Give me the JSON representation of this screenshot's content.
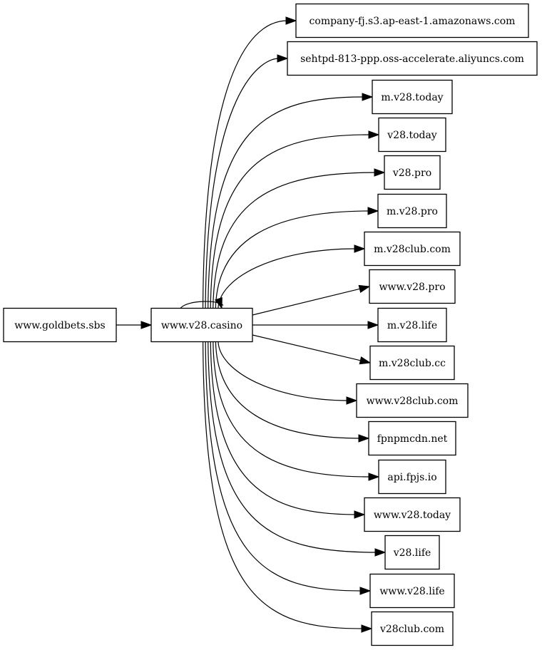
{
  "diagram": {
    "colors": {
      "stroke": "#000000",
      "fill": "#ffffff",
      "text": "#000000"
    },
    "nodes": [
      {
        "id": "goldbets",
        "label": "www.goldbets.sbs"
      },
      {
        "id": "v28casino",
        "label": "www.v28.casino"
      },
      {
        "id": "t0",
        "label": "company-fj.s3.ap-east-1.amazonaws.com"
      },
      {
        "id": "t1",
        "label": "sehtpd-813-ppp.oss-accelerate.aliyuncs.com"
      },
      {
        "id": "t2",
        "label": "m.v28.today"
      },
      {
        "id": "t3",
        "label": "v28.today"
      },
      {
        "id": "t4",
        "label": "v28.pro"
      },
      {
        "id": "t5",
        "label": "m.v28.pro"
      },
      {
        "id": "t6",
        "label": "m.v28club.com"
      },
      {
        "id": "t7",
        "label": "www.v28.pro"
      },
      {
        "id": "t8",
        "label": "m.v28.life"
      },
      {
        "id": "t9",
        "label": "m.v28club.cc"
      },
      {
        "id": "t10",
        "label": "www.v28club.com"
      },
      {
        "id": "t11",
        "label": "fpnpmcdn.net"
      },
      {
        "id": "t12",
        "label": "api.fpjs.io"
      },
      {
        "id": "t13",
        "label": "www.v28.today"
      },
      {
        "id": "t14",
        "label": "v28.life"
      },
      {
        "id": "t15",
        "label": "www.v28.life"
      },
      {
        "id": "t16",
        "label": "v28club.com"
      }
    ],
    "edges": [
      {
        "from": "goldbets",
        "to": "v28casino"
      },
      {
        "from": "v28casino",
        "to": "v28casino"
      },
      {
        "from": "v28casino",
        "to": "t0"
      },
      {
        "from": "v28casino",
        "to": "t1"
      },
      {
        "from": "v28casino",
        "to": "t2"
      },
      {
        "from": "v28casino",
        "to": "t3"
      },
      {
        "from": "v28casino",
        "to": "t4"
      },
      {
        "from": "v28casino",
        "to": "t5"
      },
      {
        "from": "v28casino",
        "to": "t6"
      },
      {
        "from": "v28casino",
        "to": "t7"
      },
      {
        "from": "v28casino",
        "to": "t8"
      },
      {
        "from": "v28casino",
        "to": "t9"
      },
      {
        "from": "v28casino",
        "to": "t10"
      },
      {
        "from": "v28casino",
        "to": "t11"
      },
      {
        "from": "v28casino",
        "to": "t12"
      },
      {
        "from": "v28casino",
        "to": "t13"
      },
      {
        "from": "v28casino",
        "to": "t14"
      },
      {
        "from": "v28casino",
        "to": "t15"
      },
      {
        "from": "v28casino",
        "to": "t16"
      }
    ]
  }
}
